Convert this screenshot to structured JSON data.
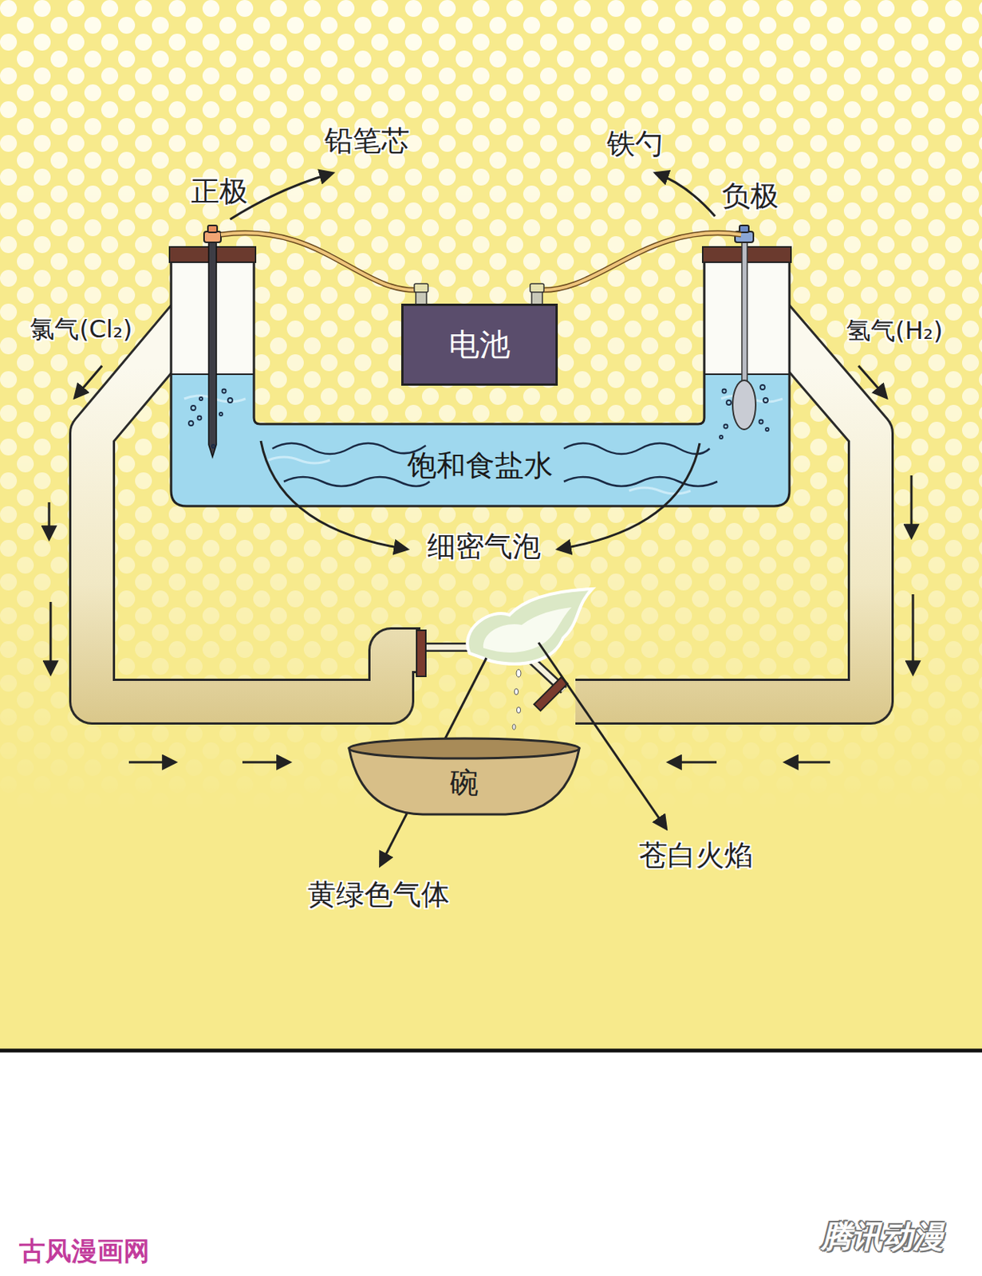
{
  "diagram": {
    "nodes": [
      {
        "text": [
          "电池"
        ]
      },
      {
        "text": [
          "饱和食盐水"
        ]
      },
      {
        "text": [
          "碗"
        ]
      }
    ],
    "labels": [
      "正极",
      "铅笔芯",
      "铁勺",
      "负极",
      "氯气(Cl₂)",
      "氢气(H₂)",
      "细密气泡",
      "黄绿色气体",
      "苍白火焰",
      "腾讯动漫",
      "古风漫画网"
    ]
  }
}
